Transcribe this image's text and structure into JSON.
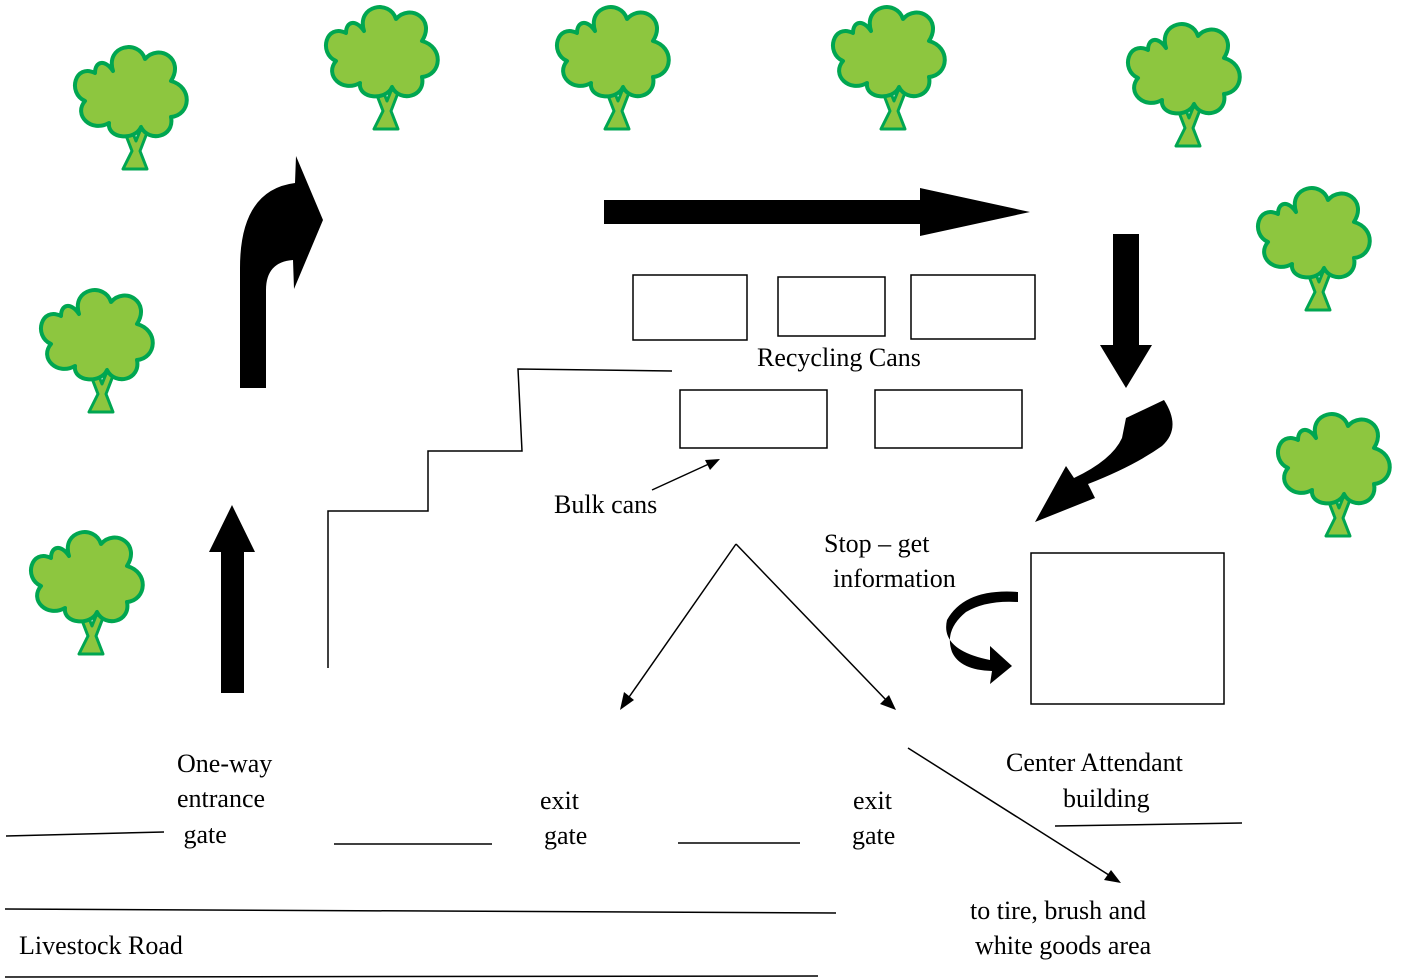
{
  "colors": {
    "tree_foliage": "#8DC63F",
    "tree_outline": "#00A651",
    "arrow": "#000000",
    "line": "#000000",
    "background": "#FFFFFF"
  },
  "icons": {
    "tree": "tree-icon",
    "arrow": "direction-arrow-icon"
  },
  "labels": {
    "recycling_cans": "Recycling Cans",
    "bulk_cans": "Bulk cans",
    "stop_info_line1": "Stop – get",
    "stop_info_line2": "information",
    "entrance_line1": "One-way",
    "entrance_line2": "entrance",
    "entrance_line3": " gate",
    "exit1_line1": "exit",
    "exit1_line2": "gate",
    "exit2_line1": "exit",
    "exit2_line2": "gate",
    "attendant_line1": "Center Attendant",
    "attendant_line2": "building",
    "tire_line1": "to tire, brush and",
    "tire_line2": "white goods area",
    "road": "Livestock Road"
  }
}
